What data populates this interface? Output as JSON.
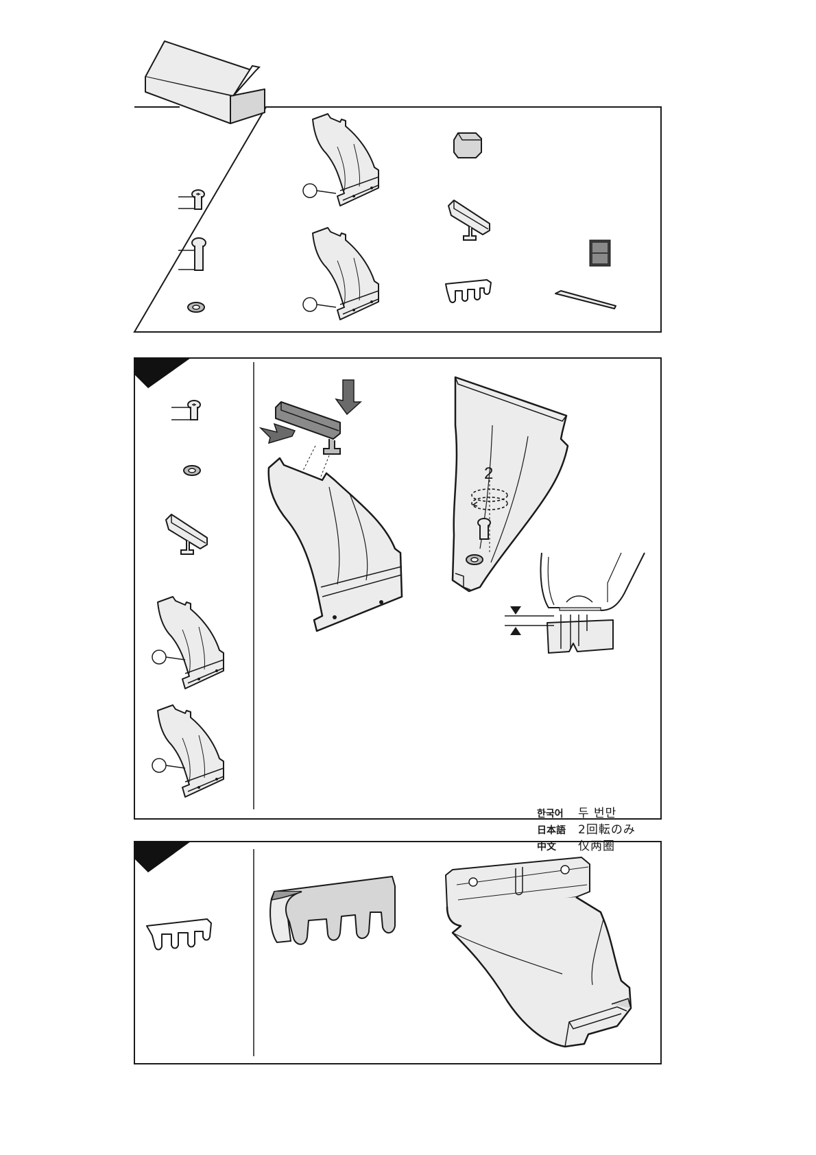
{
  "step2": {
    "turns_label": "2"
  },
  "torque_note": {
    "rows": [
      {
        "lang": "한국어",
        "text": "두 번만"
      },
      {
        "lang": "日本語",
        "text": "2回転のみ"
      },
      {
        "lang": "中文",
        "text": "仅两圈"
      }
    ]
  },
  "icons": {
    "box": "package-box-icon",
    "short_screw": "short-screw-icon",
    "long_screw": "long-screw-icon",
    "washer": "washer-icon",
    "footpad": "footpad-icon",
    "cap": "end-cap-icon",
    "clamp_adapter": "clamp-adapter-icon",
    "rubber_pad": "rubber-pad-icon",
    "allen_key": "allen-key-icon",
    "sticker": "sticker-sheet-icon",
    "arrow": "direction-arrow-icon"
  },
  "colors": {
    "line": "#1a1a1a",
    "fill_light": "#ececec",
    "fill_mid": "#bdbdbd",
    "fill_dark": "#8a8a8a",
    "corner": "#111111"
  }
}
